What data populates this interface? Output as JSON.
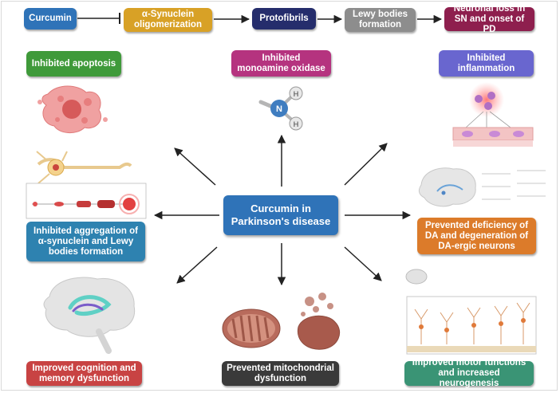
{
  "pathway": {
    "curcumin": "Curcumin",
    "synuclein": "α-Synuclein\noligomerization",
    "protofibrils": "Protofibrils",
    "lewy": "Lewy bodies\nformation",
    "neuronal_loss": "Neuronal loss in\nSN and onset of PD"
  },
  "center_label": "Curcumin in\nParkinson's disease",
  "effects": {
    "apoptosis": "Inhibited apoptosis",
    "mao": "Inhibited\nmonoamine oxidase",
    "inflammation": "Inhibited\ninflammation",
    "aggregation": "Inhibited aggregation of\nα-synuclein and Lewy\nbodies formation",
    "dopamine": "Prevented deficiency of\nDA and degeneration of\nDA-ergic neurons",
    "cognition": "Improved cognition and\nmemory dysfunction",
    "mitochondria": "Prevented mitochondrial\ndysfunction",
    "motor": "Improved motor functions\nand increased neurogenesis"
  },
  "molecule_labels": {
    "n": "N",
    "h1": "H",
    "h2": "H"
  },
  "colors": {
    "blue": "#2f73b8",
    "gold": "#d8a126",
    "navy": "#252d6c",
    "grey": "#8d8d8d",
    "maroon": "#8e1f4e",
    "green": "#3f9a3a",
    "magenta": "#b5337f",
    "purple": "#6966cf",
    "teal": "#2e82b0",
    "orange": "#dc7b2a",
    "red": "#c84343",
    "dark": "#3a3a3a",
    "seagreen": "#3a9475"
  }
}
